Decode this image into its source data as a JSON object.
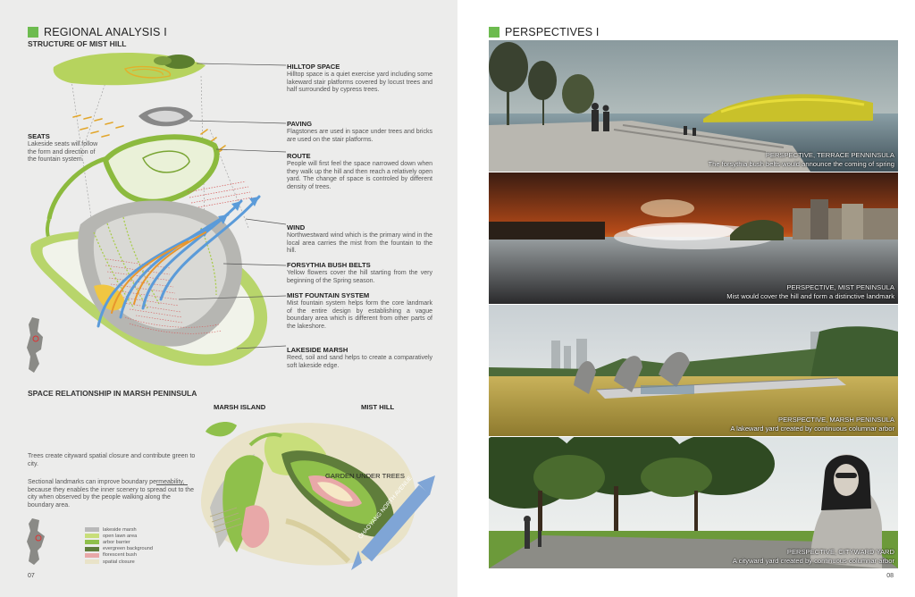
{
  "left_page": {
    "title": "REGIONAL ANALYSIS I",
    "subtitle": "STRUCTURE OF MIST HILL",
    "labels": [
      {
        "name": "HILLTOP SPACE",
        "desc": "Hilltop space is a quiet exercise yard including some lakeward stair platforms covered by locust trees and half surrounded by cypress trees."
      },
      {
        "name": "PAVING",
        "desc": "Flagstones are used in space under trees and bricks are used on the stair platforms."
      },
      {
        "name": "ROUTE",
        "desc": "People will first feel the space narrowed down when they walk up the hill and then reach a relatively open yard. The change of space is controled by different density of trees."
      },
      {
        "name": "WIND",
        "desc": "Northwestward wind which is the primary wind in the local area carries the mist from the fountain to the hill."
      },
      {
        "name": "FORSYTHIA BUSH BELTS",
        "desc": "Yellow flowers cover the hill starting from the very beginning of the Spring season."
      },
      {
        "name": "MIST FOUNTAIN SYSTEM",
        "desc": "Mist fountain system helps form the core landmark of the entire design by establishing a vague boundary area which is different from other parts of the lakeshore."
      },
      {
        "name": "LAKESIDE MARSH",
        "desc": "Reed, soil and sand helps to create a comparatively soft lakeside edge."
      }
    ],
    "seats": {
      "name": "SEATS",
      "desc": "Lakeside seats will follow the form and direction of the fountain system."
    },
    "section2_title": "SPACE RELATIONSHIP IN MARSH PENINSULA",
    "marsh_island": "MARSH ISLAND",
    "mist_hill": "MIST HILL",
    "garden": "GARDEN UNDER TREES",
    "avenue": "CHAOYANG NORTH AVENUE",
    "text1": "Trees create cityward spatial closure and contribute green to city.",
    "text2": "Sectional landmarks can improve boundary permeability, because they enables the inner scenery to spread out to the city when observed by the people walking along the boundary area.",
    "legend": [
      {
        "label": "lakeside marsh",
        "color": "#b9b9b9"
      },
      {
        "label": "open lawn area",
        "color": "#c8de7a"
      },
      {
        "label": "arbor barrier",
        "color": "#8fc04b"
      },
      {
        "label": "evergreen background",
        "color": "#5f7d3b"
      },
      {
        "label": "florescent bush",
        "color": "#e8a8a8"
      },
      {
        "label": "spatial closure",
        "color": "#e9e3c8"
      }
    ],
    "page_number": "07"
  },
  "right_page": {
    "title": "PERSPECTIVES I",
    "photos": [
      {
        "title": "PERSPECTIVE, TERRACE PENNINSULA",
        "caption": "The forsythia bush belts would announce the coming of spring"
      },
      {
        "title": "PERSPECTIVE, MIST PENINSULA",
        "caption": "Mist would cover the hill and form a distinctive landmark"
      },
      {
        "title": "PERSPECTIVE, MARSH PENINSULA",
        "caption": "A lakeward yard created by continuous columnar arbor"
      },
      {
        "title": "PERSPECTIVE, CITYWARD YARD",
        "caption": "A cityward yard created by continuous columnar arbor"
      }
    ],
    "page_number": "08"
  }
}
